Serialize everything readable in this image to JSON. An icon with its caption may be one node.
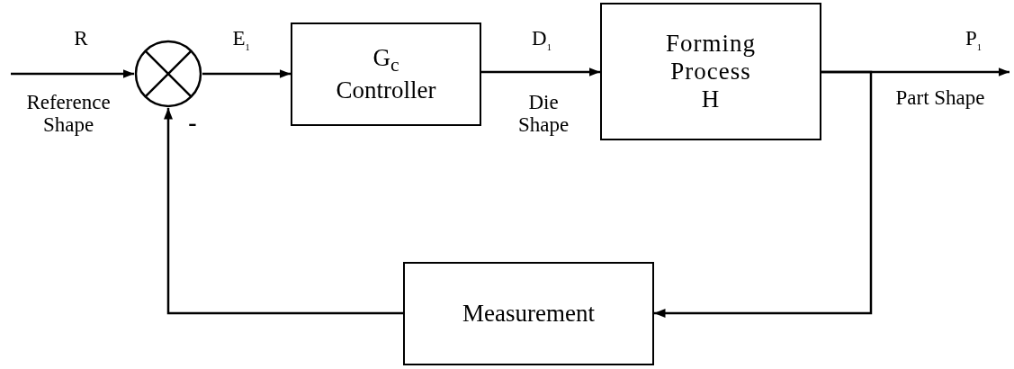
{
  "diagram": {
    "nodes": [
      {
        "text": [],
        "shape": "circle"
      },
      {
        "text": [
          "G$_{c}$",
          "Controller"
        ]
      },
      {
        "text": [
          "Forming Process",
          "H"
        ]
      },
      {
        "text": [
          "Measurement"
        ]
      }
    ],
    "edges": [
      {
        "from": null,
        "to": 0,
        "arrow": "to",
        "label": "R"
      },
      {
        "from": 0,
        "to": 1,
        "arrow": "to",
        "label": "E$_{1}$"
      },
      {
        "from": 1,
        "to": 2,
        "arrow": "to",
        "label": "D$_{1}$"
      },
      {
        "from": 2,
        "to": null,
        "arrow": "to",
        "label": "P$_{1}$"
      },
      {
        "from": 2,
        "to": 3,
        "arrow": "to"
      },
      {
        "from": 3,
        "to": 0,
        "arrow": "to"
      }
    ],
    "labels": [
      "Reference Shape",
      "Die Shape",
      "Part Shape",
      "-"
    ]
  }
}
